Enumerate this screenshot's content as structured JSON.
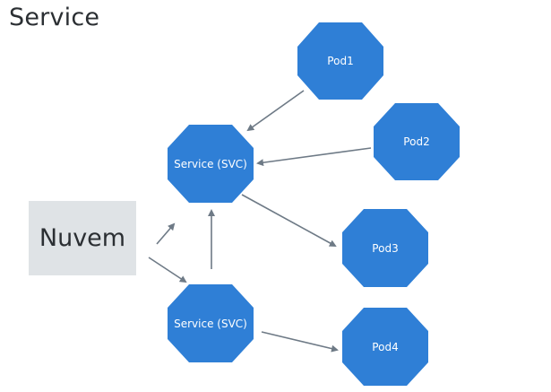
{
  "title": "Service",
  "cloud": {
    "label": "Nuvem"
  },
  "nodes": {
    "svc1": "Service (SVC)",
    "svc2": "Service (SVC)",
    "pod1": "Pod1",
    "pod2": "Pod2",
    "pod3": "Pod3",
    "pod4": "Pod4"
  },
  "colors": {
    "node_fill": "#2f7fd6",
    "arrow": "#6e7a86",
    "cloud_bg": "#dfe3e6",
    "text_dark": "#2b2f33"
  }
}
